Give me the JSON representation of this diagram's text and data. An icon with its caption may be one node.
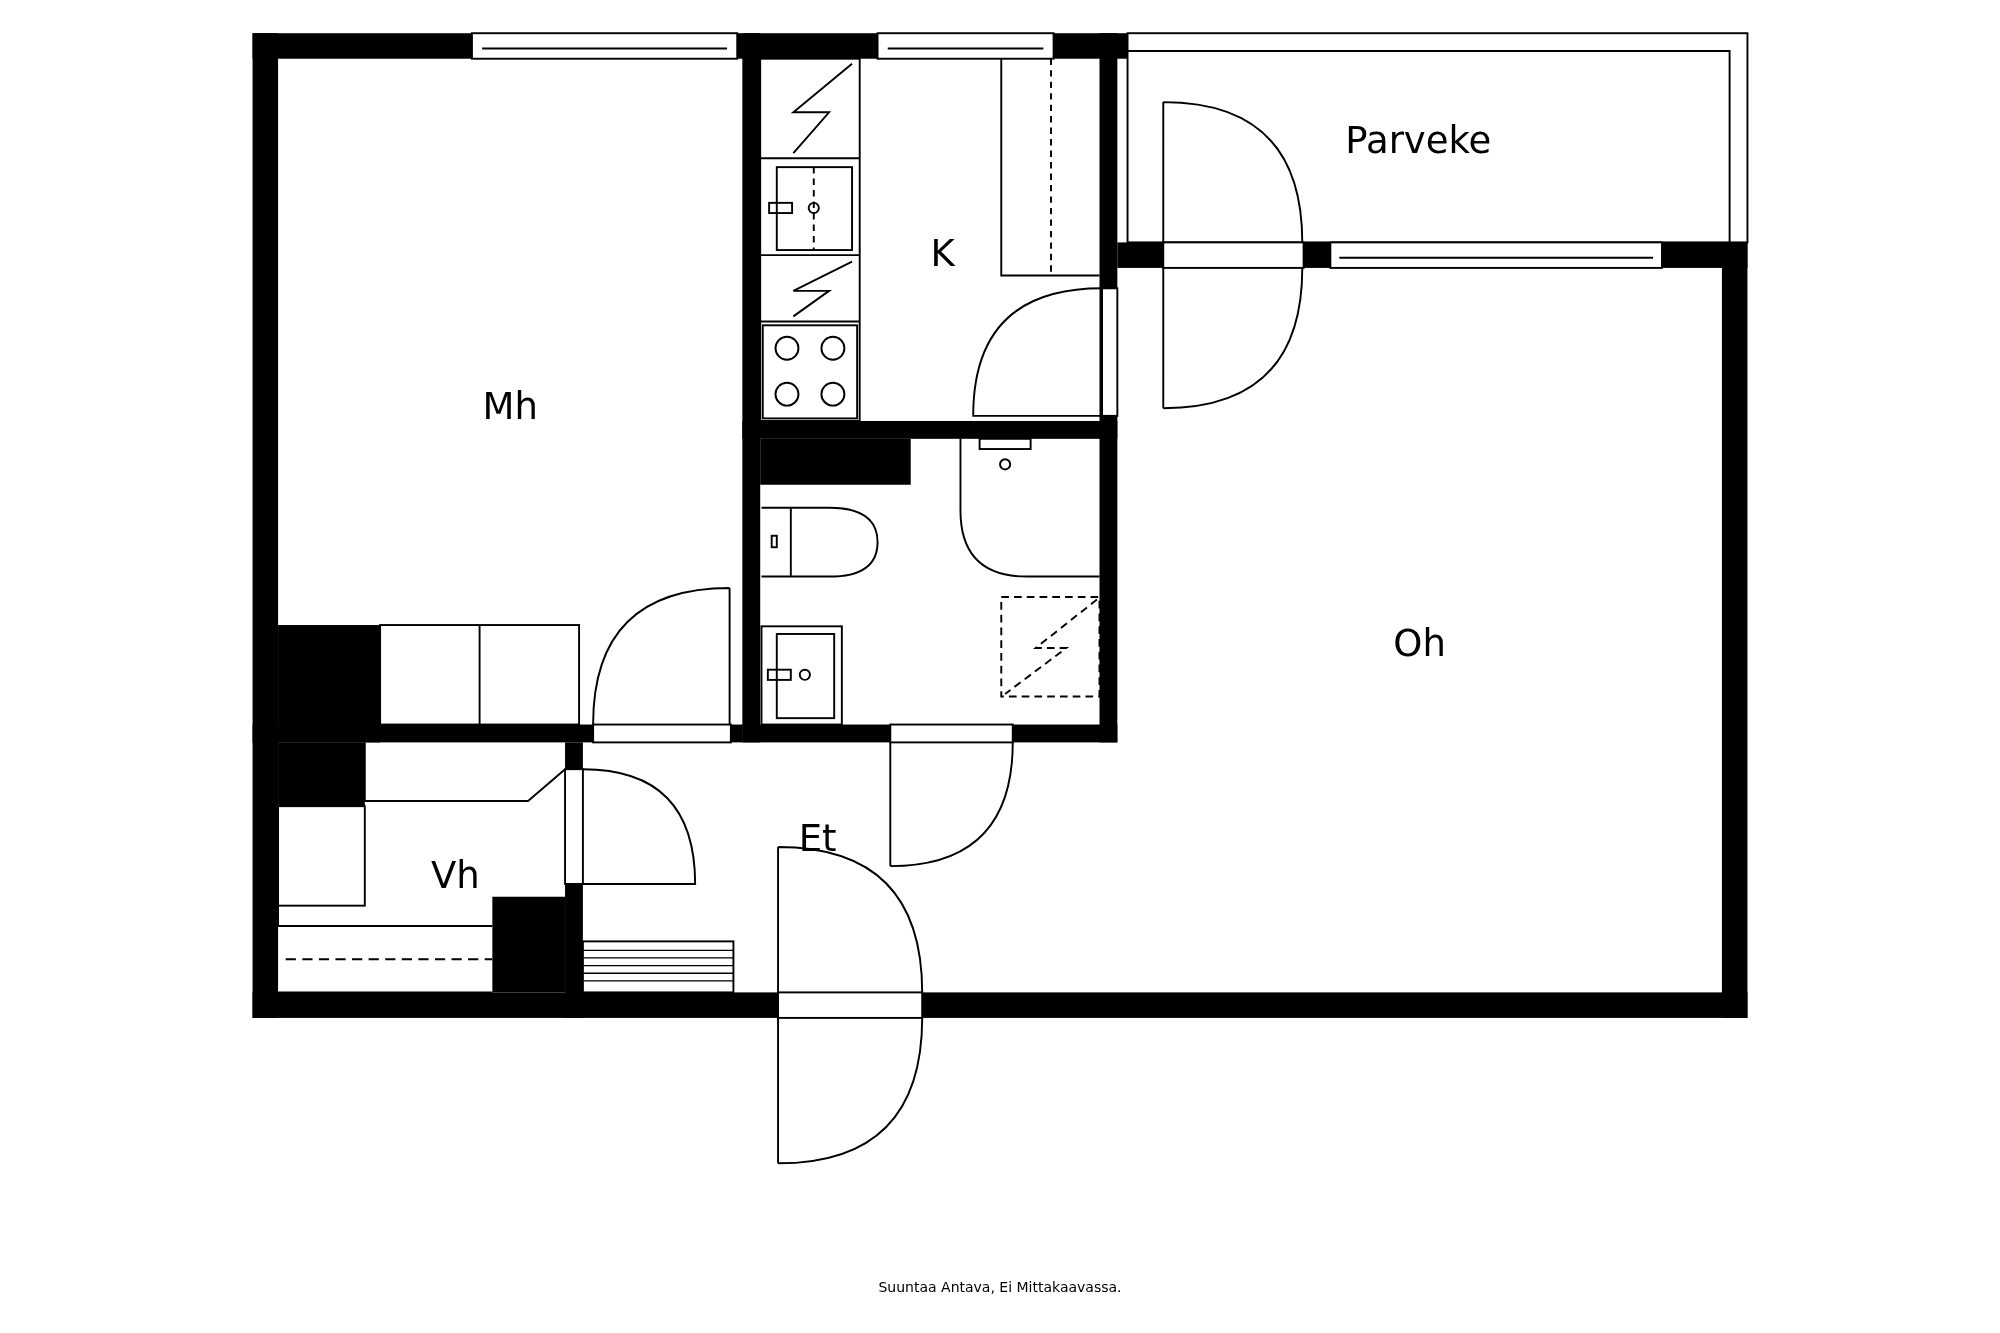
{
  "diagram": {
    "caption": "Suuntaa Antava, Ei Mittakaavassa.",
    "labels": [
      "Parveke",
      "K",
      "Mh",
      "Oh",
      "Et",
      "Vh"
    ]
  }
}
